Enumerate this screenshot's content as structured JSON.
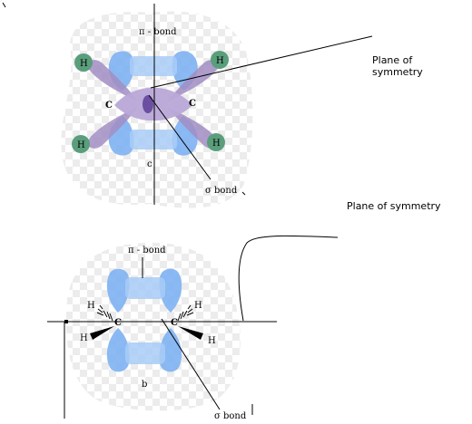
{
  "figure_a": {
    "pi_bond_label": "π - bond",
    "sigma_bond_label": "σ bond",
    "plane_label_line1": "Plane of",
    "plane_label_line2": "symmetry",
    "carbon_left": "C",
    "carbon_right": "C",
    "hydrogen": "H",
    "sublabel": "c",
    "colors": {
      "h_atom": "#5a9e7c",
      "p_lobe": "#7fb2f2",
      "sp2_lobe": "#a28ec4",
      "sigma_center": "#6b4fa0"
    }
  },
  "plane_of_symmetry_label": "Plane of symmetry",
  "figure_b": {
    "pi_bond_label": "π - bond",
    "sigma_bond_label": "σ bond",
    "carbon_left": "C",
    "carbon_right": "C",
    "hydrogen": "H",
    "sublabel": "b"
  }
}
